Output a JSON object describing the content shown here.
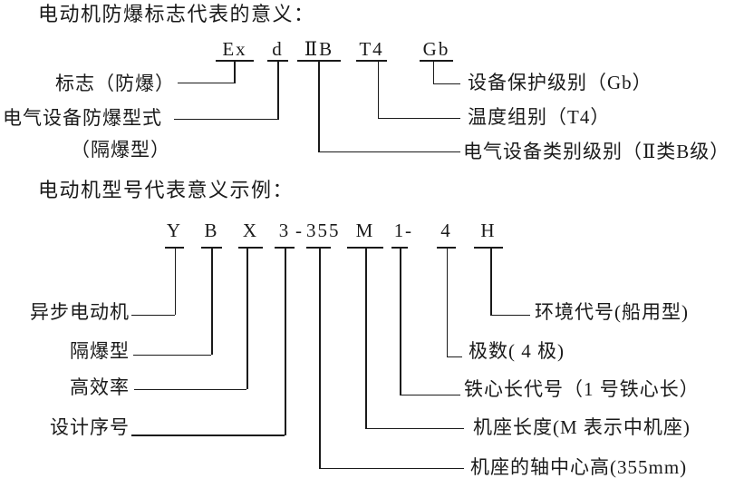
{
  "colors": {
    "background": "#ffffff",
    "ink": "#1a1a1a"
  },
  "diagram1": {
    "title": "电动机防爆标志代表的意义：",
    "code_parts": [
      {
        "text": "Ex"
      },
      {
        "text": "d"
      },
      {
        "text": "ⅡB"
      },
      {
        "text": "T4"
      },
      {
        "text": "Gb"
      }
    ],
    "left_labels": [
      {
        "text": "标志（防爆）"
      },
      {
        "text": "电气设备防爆型式"
      },
      {
        "text": "（隔爆型）"
      }
    ],
    "right_labels": [
      {
        "text": "设备保护级别（Gb）"
      },
      {
        "text": "温度组别（T4）"
      },
      {
        "text": "电气设备类别级别（Ⅱ类B级）"
      }
    ]
  },
  "diagram2": {
    "title": "电动机型号代表意义示例：",
    "code_parts": [
      {
        "text": "Y"
      },
      {
        "text": "B"
      },
      {
        "text": "X"
      },
      {
        "text": "3"
      },
      {
        "text": "-"
      },
      {
        "text": "355"
      },
      {
        "text": "M"
      },
      {
        "text": "1"
      },
      {
        "text": "-"
      },
      {
        "text": "4"
      },
      {
        "text": "H"
      }
    ],
    "left_labels": [
      {
        "text": "异步电动机"
      },
      {
        "text": "隔爆型"
      },
      {
        "text": "高效率"
      },
      {
        "text": "设计序号"
      }
    ],
    "right_labels": [
      {
        "text": "环境代号(船用型)"
      },
      {
        "text": "极数( 4 极)"
      },
      {
        "text": "铁心长代号（1 号铁心长）"
      },
      {
        "text": "机座长度(M 表示中机座)"
      },
      {
        "text": "机座的轴中心高(355mm)"
      }
    ]
  }
}
